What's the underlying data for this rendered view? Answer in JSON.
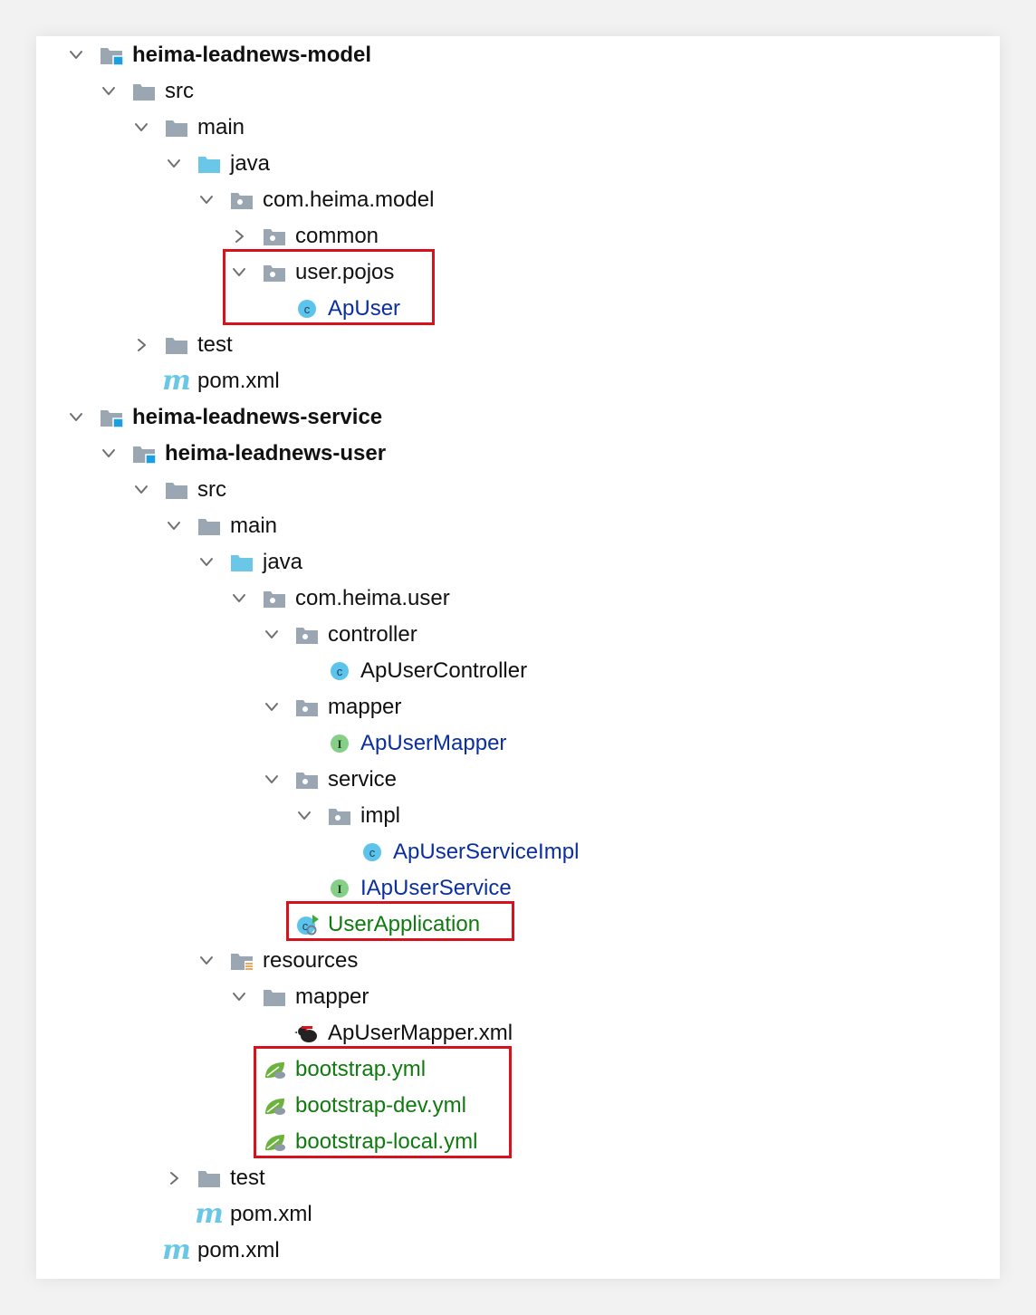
{
  "colors": {
    "folder": "#9aa6b2",
    "source_folder": "#6ac7e8",
    "class_icon": "#5cc4ea",
    "interface_icon": "#86cf86",
    "module_badge": "#1a9fe0",
    "highlight": "#d7121d",
    "text": "#111111",
    "text_blue": "#0b2f9f",
    "text_green": "#0f7b0f"
  },
  "tree": [
    {
      "label": "heima-leadnews-model",
      "icon": "module-folder-icon",
      "chevron": "expanded",
      "style": "bold",
      "depth": 0
    },
    {
      "label": "src",
      "icon": "folder-icon",
      "chevron": "expanded",
      "style": "normal",
      "depth": 1
    },
    {
      "label": "main",
      "icon": "folder-icon",
      "chevron": "expanded",
      "style": "normal",
      "depth": 2
    },
    {
      "label": "java",
      "icon": "source-folder-icon",
      "chevron": "expanded",
      "style": "normal",
      "depth": 3
    },
    {
      "label": "com.heima.model",
      "icon": "package-icon",
      "chevron": "expanded",
      "style": "normal",
      "depth": 4
    },
    {
      "label": "common",
      "icon": "package-icon",
      "chevron": "collapsed",
      "style": "normal",
      "depth": 5
    },
    {
      "label": "user.pojos",
      "icon": "package-icon",
      "chevron": "expanded",
      "style": "normal",
      "depth": 5
    },
    {
      "label": "ApUser",
      "icon": "class-icon",
      "chevron": "none",
      "style": "blue",
      "depth": 6
    },
    {
      "label": "test",
      "icon": "folder-icon",
      "chevron": "collapsed",
      "style": "normal",
      "depth": 2
    },
    {
      "label": "pom.xml",
      "icon": "maven-icon",
      "chevron": "none",
      "style": "normal",
      "depth": 2
    },
    {
      "label": "heima-leadnews-service",
      "icon": "module-folder-icon",
      "chevron": "expanded",
      "style": "bold",
      "depth": 0
    },
    {
      "label": "heima-leadnews-user",
      "icon": "module-folder-icon",
      "chevron": "expanded",
      "style": "bold",
      "depth": 1
    },
    {
      "label": "src",
      "icon": "folder-icon",
      "chevron": "expanded",
      "style": "normal",
      "depth": 2
    },
    {
      "label": "main",
      "icon": "folder-icon",
      "chevron": "expanded",
      "style": "normal",
      "depth": 3
    },
    {
      "label": "java",
      "icon": "source-folder-icon",
      "chevron": "expanded",
      "style": "normal",
      "depth": 4
    },
    {
      "label": "com.heima.user",
      "icon": "package-icon",
      "chevron": "expanded",
      "style": "normal",
      "depth": 5
    },
    {
      "label": "controller",
      "icon": "package-icon",
      "chevron": "expanded",
      "style": "normal",
      "depth": 6
    },
    {
      "label": "ApUserController",
      "icon": "class-icon",
      "chevron": "none",
      "style": "normal",
      "depth": 7
    },
    {
      "label": "mapper",
      "icon": "package-icon",
      "chevron": "expanded",
      "style": "normal",
      "depth": 6
    },
    {
      "label": "ApUserMapper",
      "icon": "interface-icon",
      "chevron": "none",
      "style": "blue",
      "depth": 7
    },
    {
      "label": "service",
      "icon": "package-icon",
      "chevron": "expanded",
      "style": "normal",
      "depth": 6
    },
    {
      "label": "impl",
      "icon": "package-icon",
      "chevron": "expanded",
      "style": "normal",
      "depth": 7
    },
    {
      "label": "ApUserServiceImpl",
      "icon": "class-icon",
      "chevron": "none",
      "style": "blue",
      "depth": 8
    },
    {
      "label": "IApUserService",
      "icon": "interface-icon",
      "chevron": "none",
      "style": "blue",
      "depth": 7
    },
    {
      "label": "UserApplication",
      "icon": "spring-boot-class-icon",
      "chevron": "none",
      "style": "green",
      "depth": 6
    },
    {
      "label": "resources",
      "icon": "resources-folder-icon",
      "chevron": "expanded",
      "style": "normal",
      "depth": 4
    },
    {
      "label": "mapper",
      "icon": "folder-icon",
      "chevron": "expanded",
      "style": "normal",
      "depth": 5
    },
    {
      "label": "ApUserMapper.xml",
      "icon": "mybatis-icon",
      "chevron": "none",
      "style": "normal",
      "depth": 6
    },
    {
      "label": "bootstrap.yml",
      "icon": "spring-config-icon",
      "chevron": "none",
      "style": "green",
      "depth": 5
    },
    {
      "label": "bootstrap-dev.yml",
      "icon": "spring-config-icon",
      "chevron": "none",
      "style": "green",
      "depth": 5
    },
    {
      "label": "bootstrap-local.yml",
      "icon": "spring-config-icon",
      "chevron": "none",
      "style": "green",
      "depth": 5
    },
    {
      "label": "test",
      "icon": "folder-icon",
      "chevron": "collapsed",
      "style": "normal",
      "depth": 3
    },
    {
      "label": "pom.xml",
      "icon": "maven-icon",
      "chevron": "none",
      "style": "normal",
      "depth": 3
    },
    {
      "label": "pom.xml",
      "icon": "maven-icon",
      "chevron": "none",
      "style": "normal",
      "depth": 2
    }
  ],
  "highlight_groups": [
    {
      "label": "user.pojos / ApUser",
      "first_row": 6,
      "last_row": 7
    },
    {
      "label": "UserApplication",
      "first_row": 24,
      "last_row": 24
    },
    {
      "label": "bootstrap config files",
      "first_row": 28,
      "last_row": 30
    }
  ]
}
